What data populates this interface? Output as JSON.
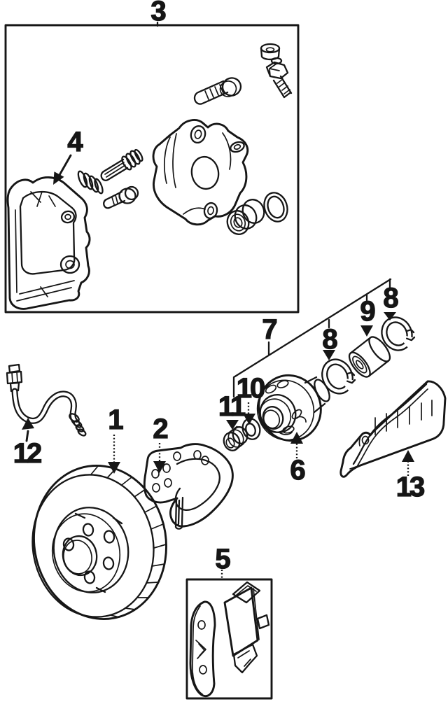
{
  "colors": {
    "ink": "#161616",
    "paper": "#ffffff"
  },
  "callouts": {
    "c1": "1",
    "c2": "2",
    "c3": "3",
    "c4": "4",
    "c5": "5",
    "c6": "6",
    "c7": "7",
    "c8a": "8",
    "c8b": "8",
    "c9": "9",
    "c10": "10",
    "c11": "11",
    "c12": "12",
    "c13": "13"
  }
}
